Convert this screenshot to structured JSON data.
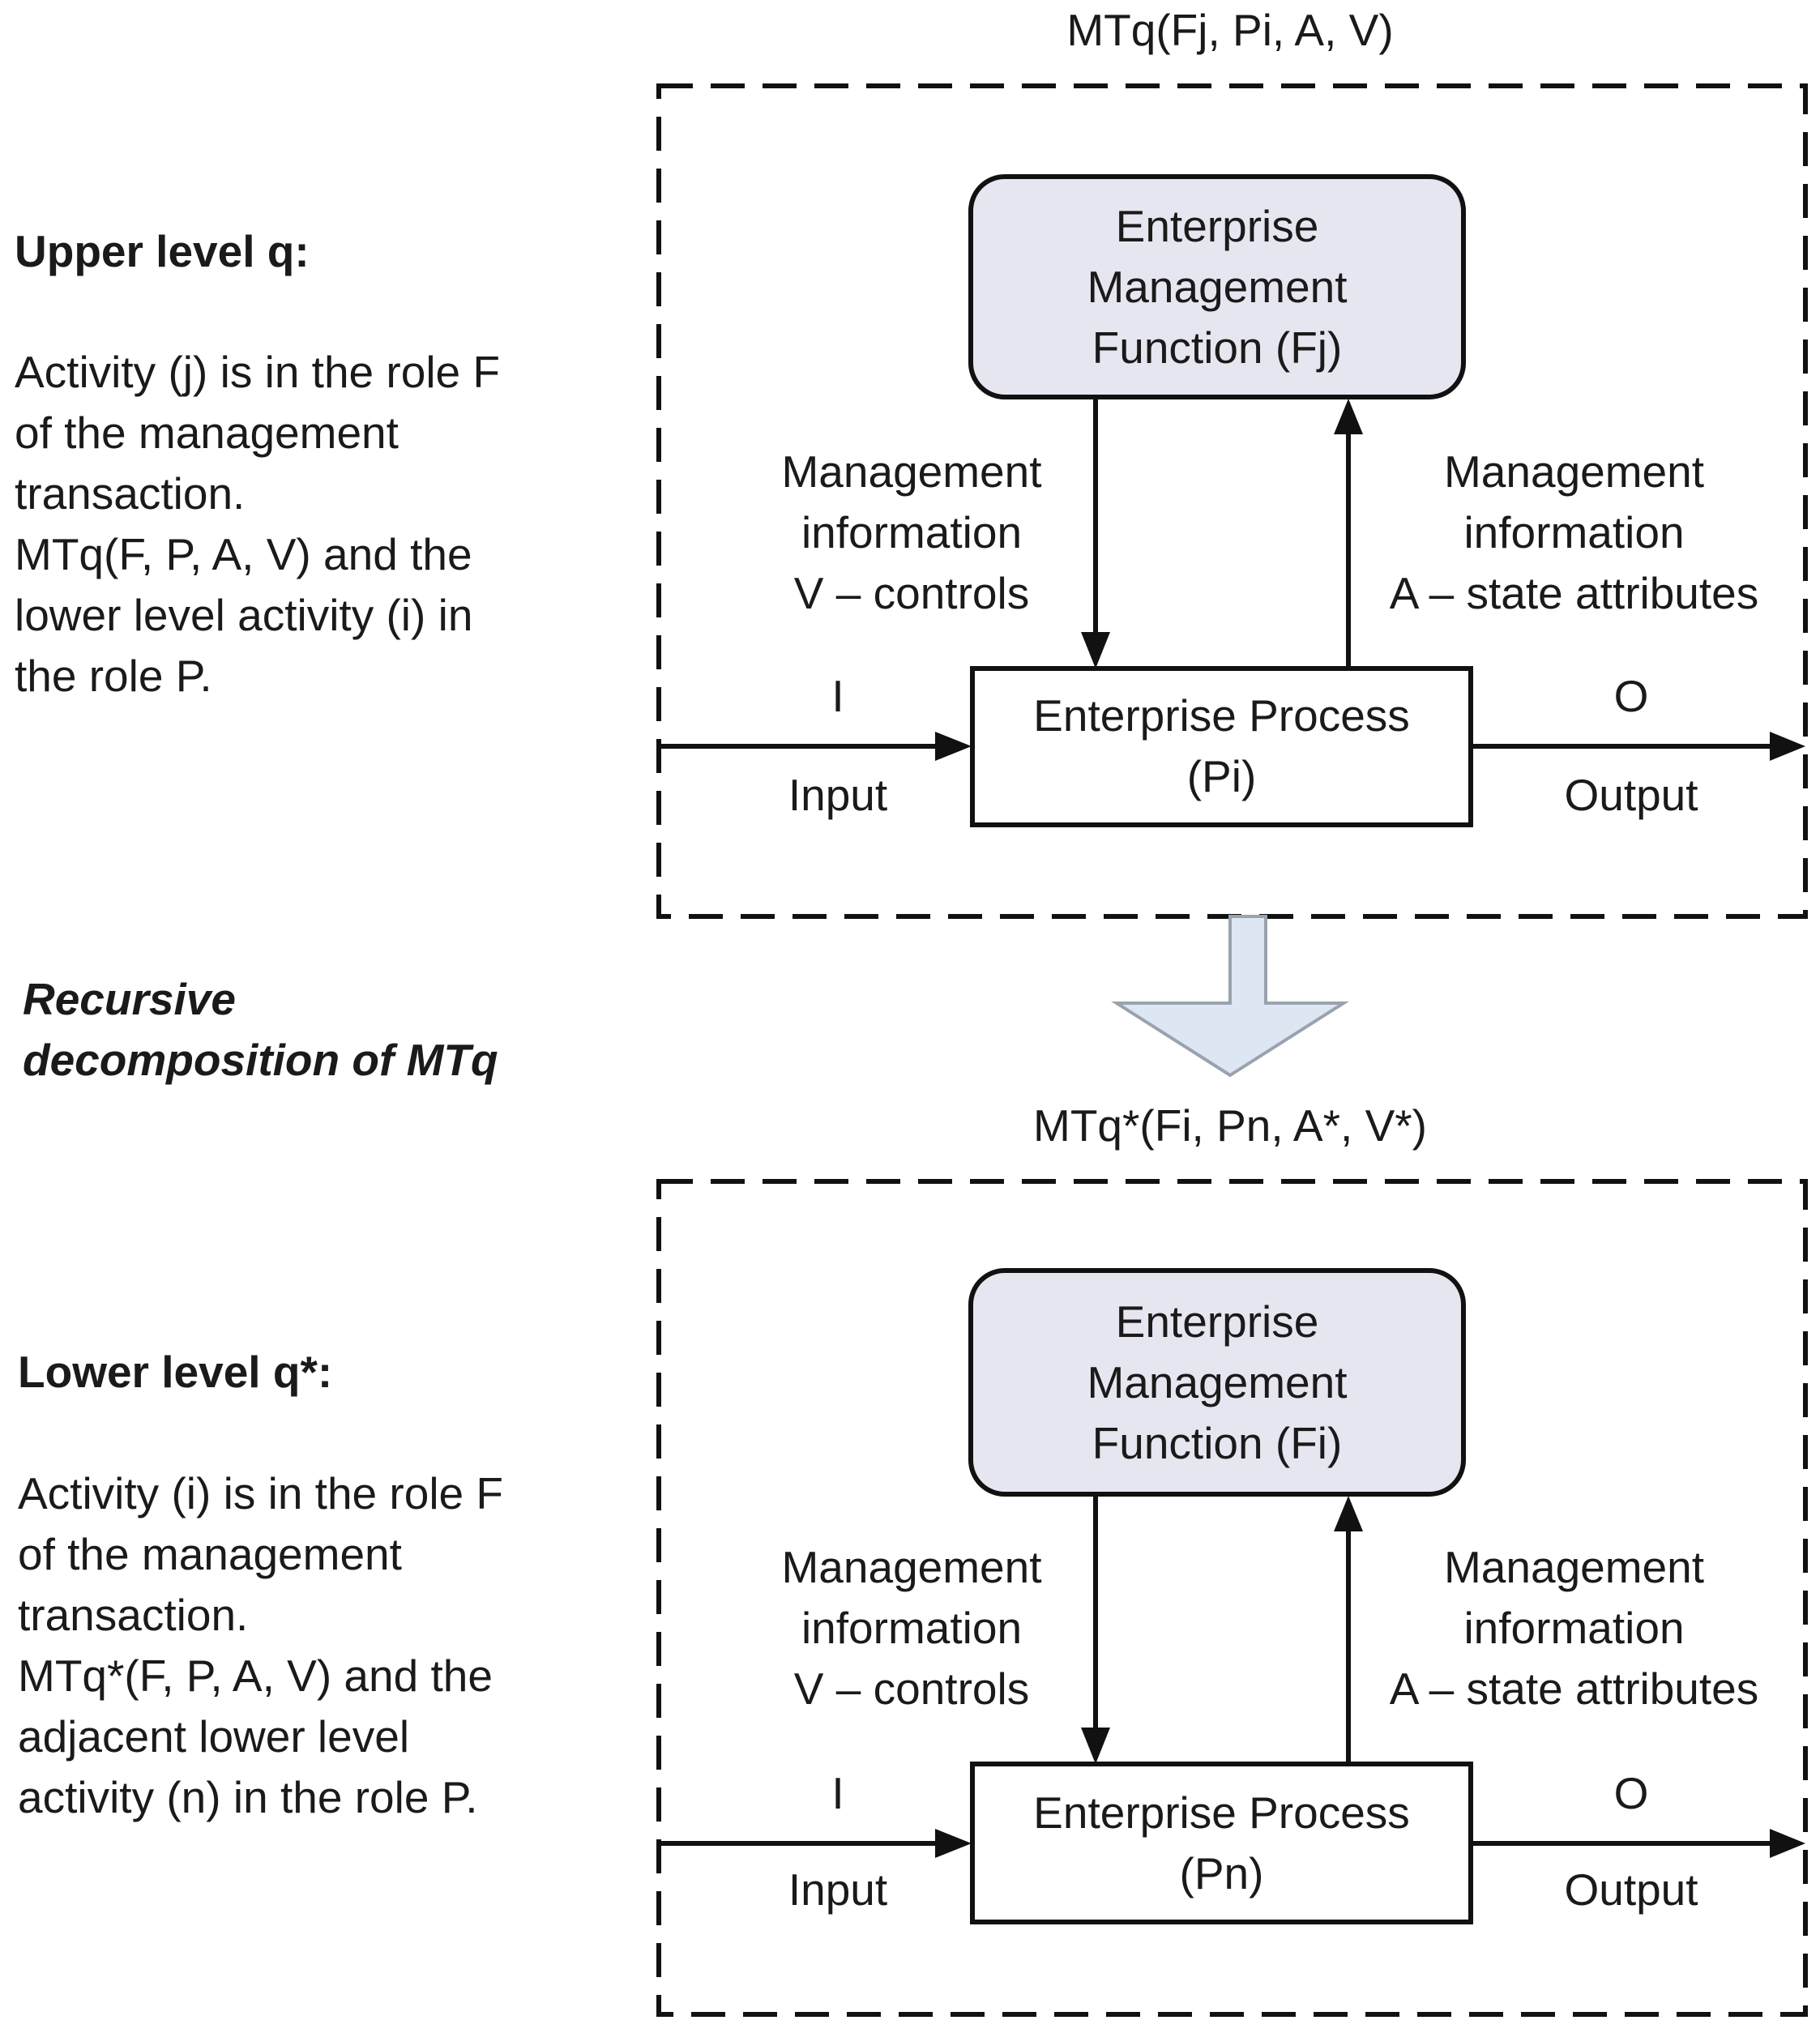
{
  "upper": {
    "transaction_label": "MTq(Fj, Pi, A, V)",
    "heading": "Upper level q:",
    "description": [
      "Activity (j) is in the role F",
      "of the management",
      "transaction.",
      "MTq(F, P, A, V) and the",
      "lower level activity (i) in",
      "the role P."
    ],
    "function_box": [
      "Enterprise",
      "Management",
      "Function (Fj)"
    ],
    "process_box": [
      "Enterprise Process",
      "(Pi)"
    ],
    "controls_label": [
      "Management",
      "information",
      "V – controls"
    ],
    "attributes_label": [
      "Management",
      "information",
      "A – state attributes"
    ],
    "input_symbol": "I",
    "input_label": "Input",
    "output_symbol": "O",
    "output_label": "Output"
  },
  "decomposition": {
    "line1": "Recursive",
    "line2": "decomposition of MTq"
  },
  "lower": {
    "transaction_label": "MTq*(Fi, Pn, A*, V*)",
    "heading": "Lower level q*:",
    "description": [
      "Activity (i) is in the role F",
      "of the management",
      "transaction.",
      "MTq*(F, P, A, V) and the",
      "adjacent lower level",
      "activity (n) in the role P."
    ],
    "function_box": [
      "Enterprise",
      "Management",
      "Function (Fi)"
    ],
    "process_box": [
      "Enterprise Process",
      "(Pn)"
    ],
    "controls_label": [
      "Management",
      "information",
      "V – controls"
    ],
    "attributes_label": [
      "Management",
      "information",
      "A – state attributes"
    ],
    "input_symbol": "I",
    "input_label": "Input",
    "output_symbol": "O",
    "output_label": "Output"
  },
  "colors": {
    "function_fill": "#e6e6f0",
    "process_fill": "#ffffff",
    "stroke": "#111111",
    "decomposition_arrow_fill": "#dde6f3",
    "decomposition_arrow_stroke": "#9aa3ad"
  }
}
